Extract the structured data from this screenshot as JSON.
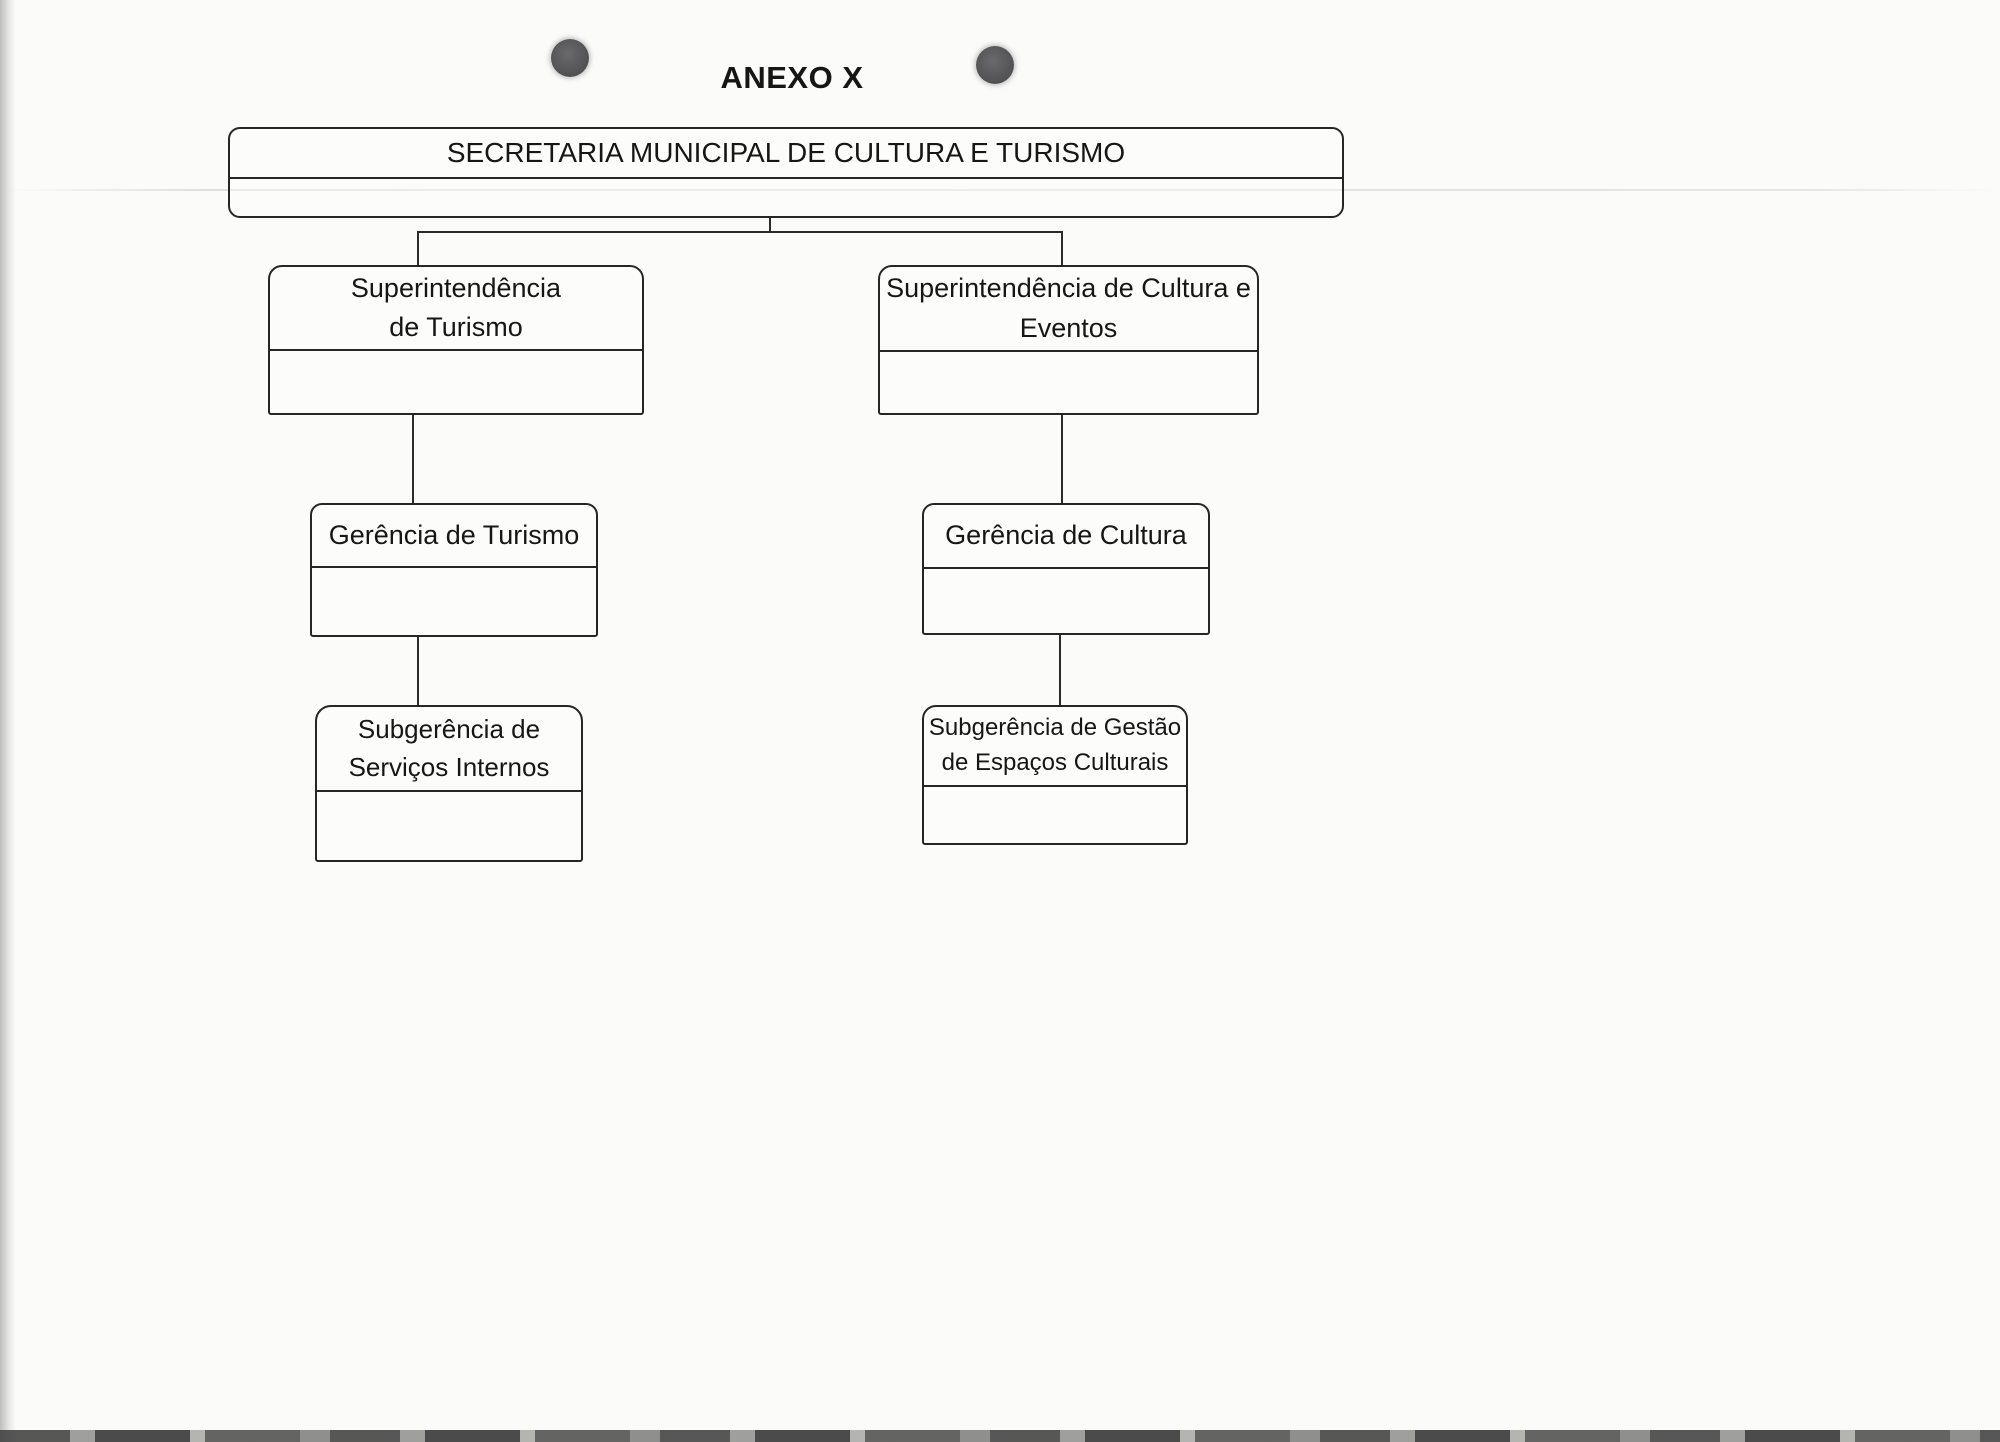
{
  "page": {
    "annex_title": "ANEXO X"
  },
  "org_chart": {
    "root": {
      "label": "SECRETARIA MUNICIPAL DE CULTURA E TURISMO"
    },
    "branches": [
      {
        "superintendencia": {
          "line1": "Superintendência",
          "line2": "de Turismo"
        },
        "gerencia": {
          "label": "Gerência de Turismo"
        },
        "subgerencia": {
          "line1": "Subgerência de",
          "line2": "Serviços Internos"
        }
      },
      {
        "superintendencia": {
          "line1": "Superintendência de Cultura e",
          "line2": "Eventos"
        },
        "gerencia": {
          "label": "Gerência de Cultura"
        },
        "subgerencia": {
          "line1": "Subgerência de Gestão",
          "line2": "de Espaços Culturais"
        }
      }
    ]
  }
}
